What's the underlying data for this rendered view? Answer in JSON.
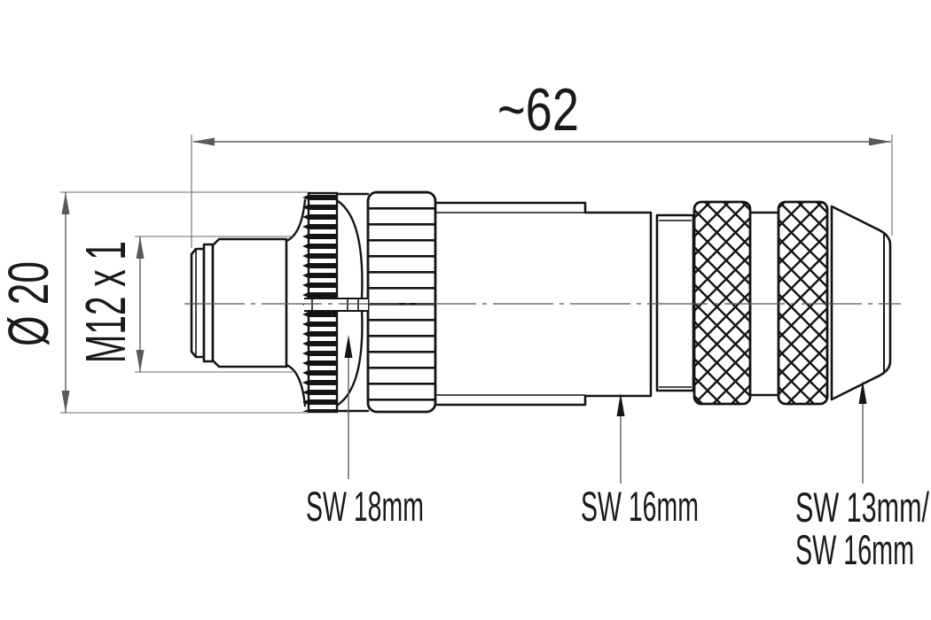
{
  "drawing": {
    "background": "#ffffff",
    "line_color": "#141414",
    "dimension_color": "#5a5a5a",
    "text_color": "#1a1a1a",
    "dimensions": {
      "length": "~62",
      "diameter": "Ø 20",
      "thread": "M12 x 1"
    },
    "wrench_labels": {
      "flange": "SW 18mm",
      "body": "SW 16mm",
      "end_line1": "SW 13mm/",
      "end_line2": "SW 16mm"
    }
  }
}
